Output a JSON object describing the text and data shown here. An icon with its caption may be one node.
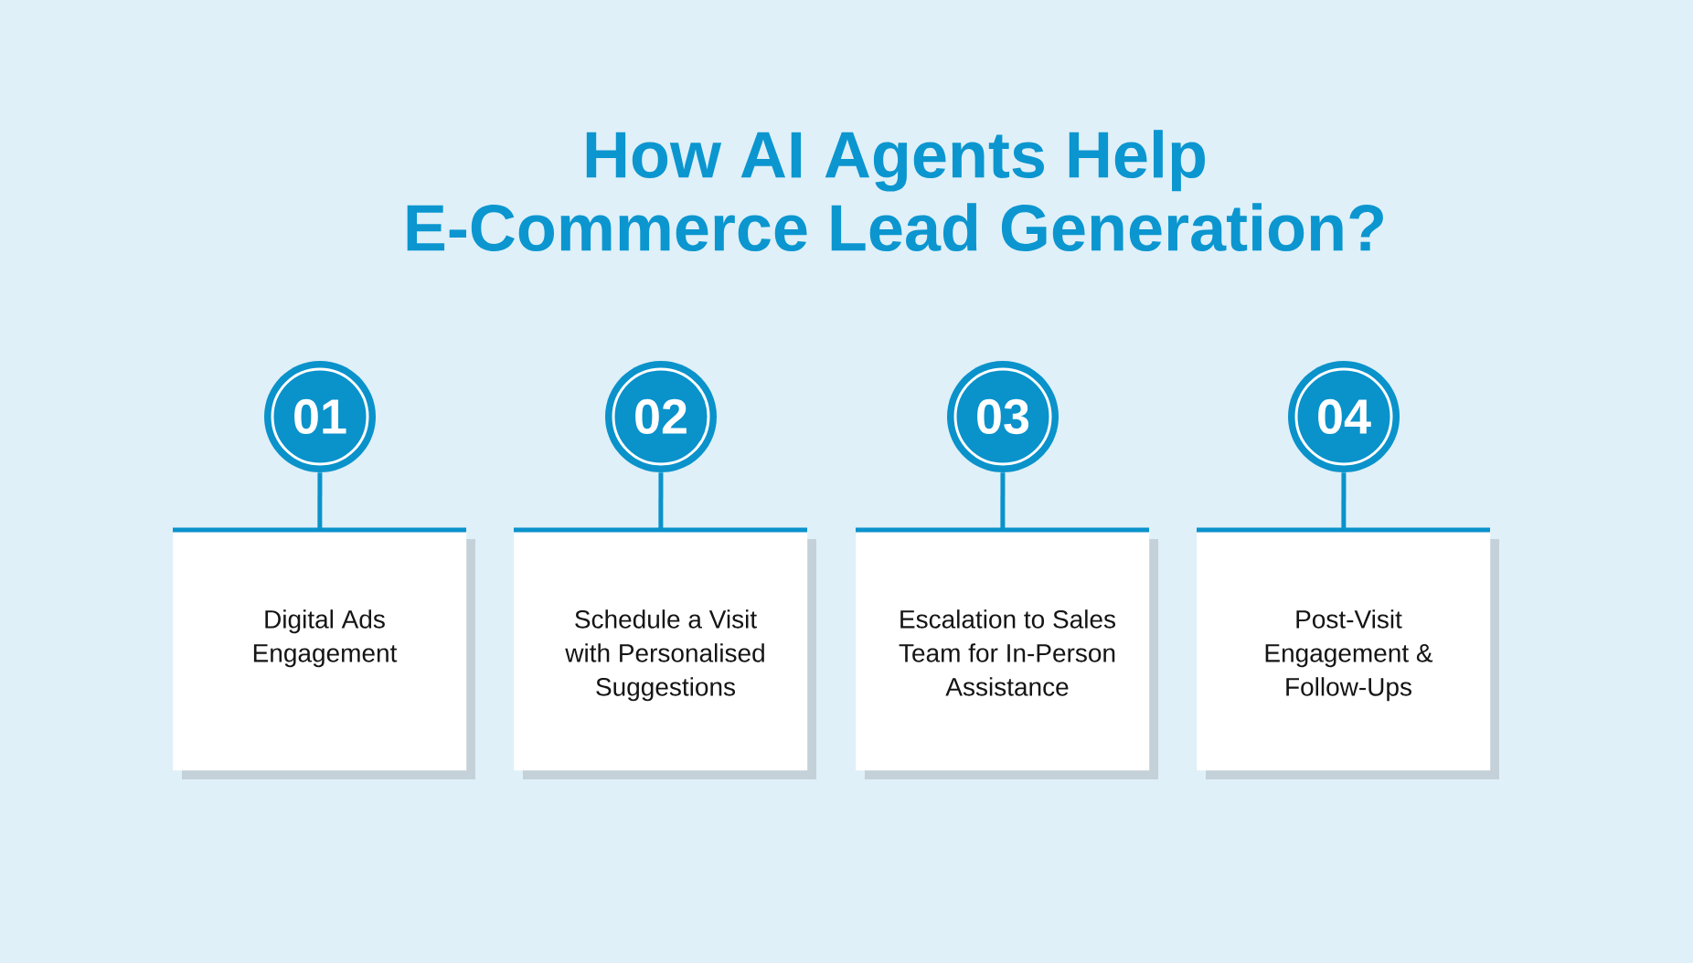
{
  "diagram": {
    "title": "How AI Agents Help E-Commerce Lead Generation?",
    "nodes": [
      {
        "text": [
          "01"
        ]
      },
      {
        "text": [
          "Digital Ads Engagement"
        ]
      },
      {
        "text": [
          "02"
        ]
      },
      {
        "text": [
          "Schedule a Visit with Personalised Suggestions"
        ]
      },
      {
        "text": [
          "03"
        ]
      },
      {
        "text": [
          "Escalation to Sales Team for In-Person Assistance"
        ]
      },
      {
        "text": [
          "04"
        ]
      },
      {
        "text": [
          "Post-Visit Engagement & Follow-Ups"
        ]
      }
    ],
    "edges": [
      {
        "from": 0,
        "to": 1,
        "arrow": "none"
      },
      {
        "from": 2,
        "to": 3,
        "arrow": "none"
      },
      {
        "from": 4,
        "to": 5,
        "arrow": "none"
      },
      {
        "from": 6,
        "to": 7,
        "arrow": "none"
      }
    ]
  }
}
